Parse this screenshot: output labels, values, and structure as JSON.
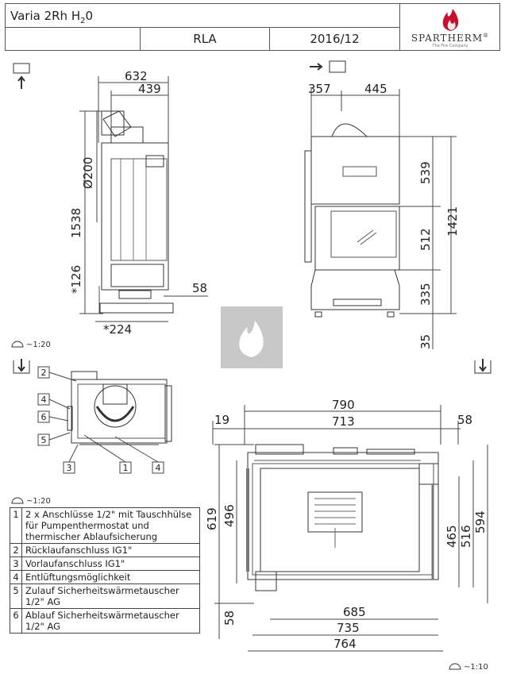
{
  "header": {
    "title_prefix": "Varia 2Rh H",
    "title_sub": "2",
    "title_suffix": "0",
    "cell_empty": "",
    "variant": "RLA",
    "date": "2016/12",
    "brand": "SPARTHERM",
    "brand_reg": "®",
    "tagline": "The Fire Company"
  },
  "side_view": {
    "dims": {
      "d632": "632",
      "d439": "439",
      "d200": "Ø200",
      "d1538": "1538",
      "d126": "*126",
      "d58": "58",
      "d224": "*224"
    }
  },
  "front_view": {
    "dims": {
      "d357": "357",
      "d445": "445",
      "d539": "539",
      "d1421": "1421",
      "d512": "512",
      "d335": "335",
      "d35": "35"
    }
  },
  "top_view": {
    "callouts": [
      "2",
      "4",
      "6",
      "5",
      "3",
      "1",
      "4"
    ]
  },
  "plan_view": {
    "dims": {
      "d790": "790",
      "d19": "19",
      "d713": "713",
      "d58a": "58",
      "d619": "619",
      "d496": "496",
      "d465": "465",
      "d516": "516",
      "d594": "594",
      "d685": "685",
      "d58b": "58",
      "d735": "735",
      "d764": "764"
    }
  },
  "scales": {
    "s1": "~1:20",
    "s2": "~1:20",
    "s3": "~1:10"
  },
  "legend": [
    {
      "num": "1",
      "text": "2 x Anschlüsse 1/2\" mit Tauschhülse für Pumpenthermostat und thermischer Ablaufsicherung"
    },
    {
      "num": "2",
      "text": "Rücklaufanschluss IG1\""
    },
    {
      "num": "3",
      "text": "Vorlaufanschluss IG1\""
    },
    {
      "num": "4",
      "text": "Entlüftungsmöglichkeit"
    },
    {
      "num": "5",
      "text": "Zulauf Sicherheitswärmetauscher 1/2\" AG"
    },
    {
      "num": "6",
      "text": "Ablauf Sicherheitswärmetauscher 1/2\" AG"
    }
  ]
}
